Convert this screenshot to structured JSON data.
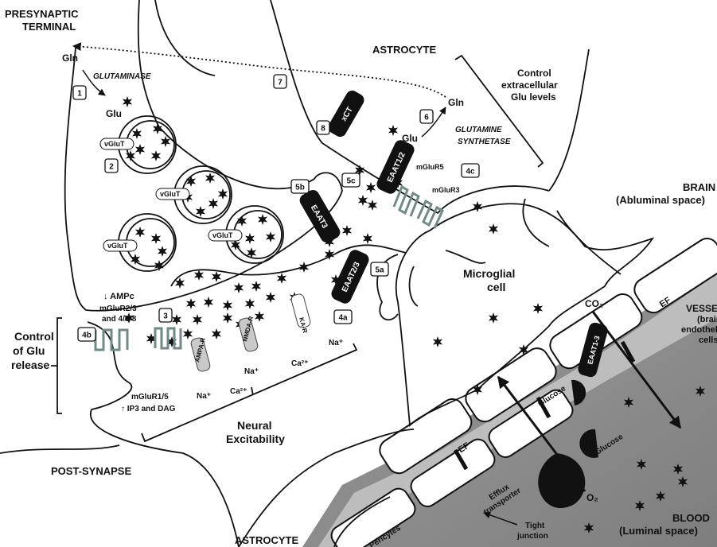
{
  "regions": {
    "presynaptic": [
      "PRESYNAPTIC",
      "TERMINAL"
    ],
    "astrocyte_top": "ASTROCYTE",
    "astrocyte_bottom": "ASTROCYTE",
    "post_synapse": "POST-SYNAPSE",
    "brain": [
      "BRAIN",
      "(Abluminal space)"
    ],
    "blood": [
      "BLOOD",
      "(Luminal space)"
    ],
    "vessel": [
      "VESSEL",
      "(brain",
      "endothelial",
      "cells)"
    ],
    "microglia": [
      "Microglial",
      "cell"
    ]
  },
  "steps": [
    "1",
    "2",
    "3",
    "4a",
    "4b",
    "4c",
    "5a",
    "5b",
    "5c",
    "6",
    "7",
    "8"
  ],
  "labels": {
    "gln": "Gln",
    "glu": "Glu",
    "glutaminase": "GLUTAMINASE",
    "glutamine_synthetase": [
      "GLUTAMINE",
      "SYNTHETASE"
    ],
    "control_extracellular": [
      "Control",
      "extracellular",
      "Glu levels"
    ],
    "control_release": [
      "Control",
      "of Glu",
      "release"
    ],
    "neural_excitability": [
      "Neural",
      "Excitability"
    ],
    "ampc": "↓ AMPc",
    "mglur23": [
      "mGluR2/3",
      "and 4/6-8"
    ],
    "mglur15": "mGluR1/5",
    "ip3_dag": "↑ IP3 and DAG",
    "mglur5": "mGluR5",
    "mglur3": "mGluR3",
    "na": "Na⁺",
    "ca": "Ca²⁺",
    "co2": "CO₂",
    "o2": "O₂",
    "ef": "EF",
    "glucose": "Glucose",
    "efflux": [
      "Efflux",
      "transporter"
    ],
    "pericytes": "Pericytes",
    "tight_junction": [
      "Tight",
      "junction"
    ]
  },
  "transporters": {
    "vglut": "vGluT",
    "xct": "xCT",
    "eaat12": "EAAT1/2",
    "eaat3": "EAAT3",
    "eaat23": "EAAT2/3",
    "eaat13": "EAAT1-3"
  },
  "receptors": {
    "ampar": "AMPA-R",
    "nmdar": "NMDA-R",
    "kar": "KA-R"
  }
}
